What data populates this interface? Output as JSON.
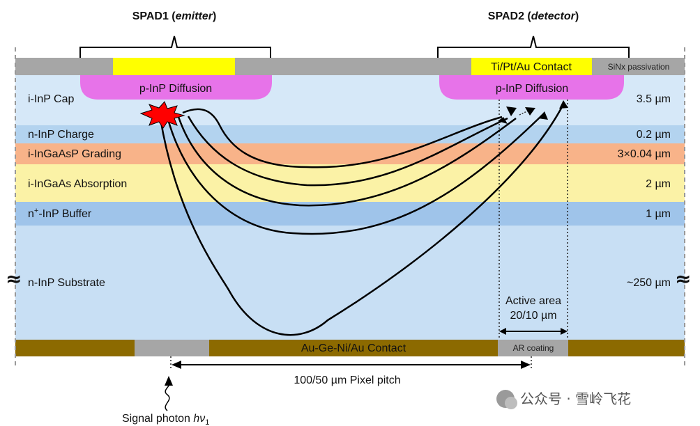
{
  "titles": {
    "spad1_name": "SPAD1 (",
    "spad1_role": "emitter",
    "spad1_close": ")",
    "spad2_name": "SPAD2 (",
    "spad2_role": "detector",
    "spad2_close": ")"
  },
  "top_contact": "Ti/Pt/Au Contact",
  "passivation": "SiNx passivation",
  "diffusion": "p-InP Diffusion",
  "layers": [
    {
      "name": "i-InP Cap",
      "thickness": "3.5 µm",
      "color": "#d6e8f8"
    },
    {
      "name": "n-InP Charge",
      "thickness": "0.2 µm",
      "color": "#b3d3ef"
    },
    {
      "name": "i-InGaAsP Grading",
      "thickness": "3×0.04 µm",
      "color": "#f8b389"
    },
    {
      "name": "i-InGaAs Absorption",
      "thickness": "2 µm",
      "color": "#fbf2a6"
    },
    {
      "name": "Buffer",
      "name_prefix": "n",
      "name_sup": "+",
      "name_suffix": "-InP Buffer",
      "thickness": "1 µm",
      "color": "#9fc4ea"
    },
    {
      "name": "n-InP Substrate",
      "thickness": "~250 µm",
      "color": "#c8dff4"
    }
  ],
  "break_symbol": "≈",
  "bottom_contact": "Au-Ge-Ni/Au Contact",
  "ar_coating": "AR coating",
  "active_area_line1": "Active area",
  "active_area_line2": "20/10 µm",
  "pixel_pitch": "100/50 µm Pixel pitch",
  "signal_photon_prefix": "Signal photon ",
  "signal_photon_var": "hν",
  "signal_photon_sub": "1",
  "watermark": "公众号 · 雪岭飞花",
  "colors": {
    "contact_yellow": "#ffff00",
    "diffusion_magenta": "#e773e9",
    "passivation_gray": "#a6a6a6",
    "bottom_contact_brown": "#8c6a00",
    "flash_red": "#ff0000"
  }
}
